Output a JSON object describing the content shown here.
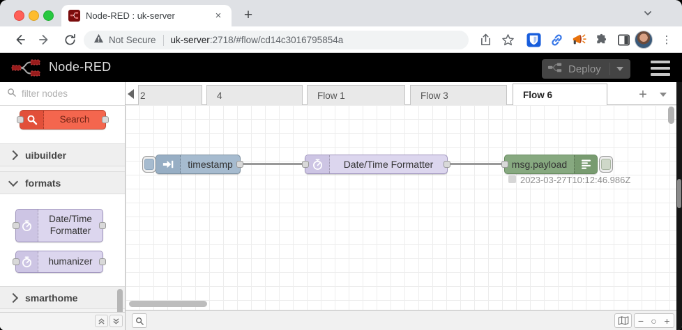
{
  "chrome": {
    "tab": {
      "title": "Node-RED : uk-server",
      "close": "×",
      "new_tab": "+"
    },
    "address": {
      "warning": "Not Secure",
      "host": "uk-server",
      "path": ":2718/#flow/cd14c3016795854a"
    },
    "menu_dots": "⋮"
  },
  "nodered": {
    "brand": "Node-RED",
    "deploy": "Deploy"
  },
  "palette": {
    "filter_placeholder": "filter nodes",
    "search_node": "Search",
    "categories": [
      {
        "label": "uibuilder"
      },
      {
        "label": "formats"
      },
      {
        "label": "smarthome"
      }
    ],
    "format_nodes": [
      {
        "label": "Date/Time Formatter"
      },
      {
        "label": "humanizer"
      }
    ]
  },
  "workspace": {
    "tabs": [
      {
        "label": "2"
      },
      {
        "label": "4"
      },
      {
        "label": "Flow 1"
      },
      {
        "label": "Flow 3"
      },
      {
        "label": "Flow 6"
      }
    ],
    "add_tab": "+"
  },
  "flow": {
    "inject": {
      "label": "timestamp"
    },
    "formatter": {
      "label": "Date/Time Formatter"
    },
    "debug": {
      "label": "msg.payload"
    },
    "debug_message": "2023-03-27T10:12:46.986Z"
  },
  "statusbar": {
    "zoom_out": "−",
    "zoom_reset": "○",
    "zoom_in": "+"
  },
  "colors": {
    "inject_node": "#a6bbcf",
    "formatter_node": "#dcd6ee",
    "debug_node": "#87a980",
    "search_node": "#f4664e",
    "header_bg": "#000000",
    "brand_red": "#8f0000",
    "accent_blue": "#1a73e8"
  }
}
